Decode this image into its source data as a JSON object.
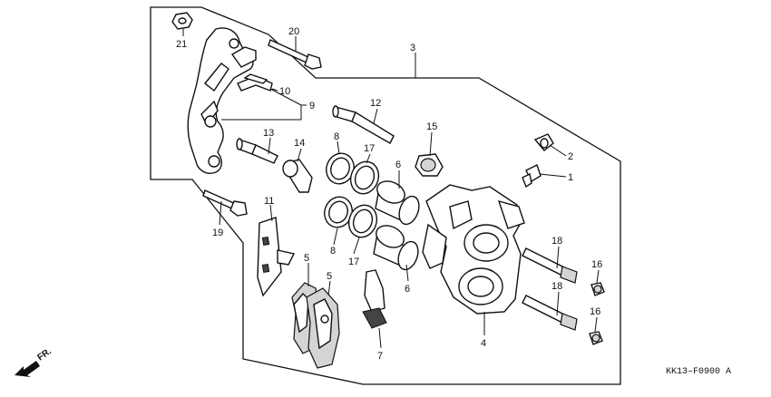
{
  "diagram": {
    "code": "KK13–F0900 A",
    "direction": "FR.",
    "callouts": [
      {
        "id": "c1",
        "text": "1"
      },
      {
        "id": "c2",
        "text": "2"
      },
      {
        "id": "c3",
        "text": "3"
      },
      {
        "id": "c4",
        "text": "4"
      },
      {
        "id": "c5a",
        "text": "5"
      },
      {
        "id": "c5b",
        "text": "5"
      },
      {
        "id": "c6a",
        "text": "6"
      },
      {
        "id": "c6b",
        "text": "6"
      },
      {
        "id": "c7",
        "text": "7"
      },
      {
        "id": "c8a",
        "text": "8"
      },
      {
        "id": "c8b",
        "text": "8"
      },
      {
        "id": "c9",
        "text": "9"
      },
      {
        "id": "c10",
        "text": "10"
      },
      {
        "id": "c11",
        "text": "11"
      },
      {
        "id": "c12",
        "text": "12"
      },
      {
        "id": "c13",
        "text": "13"
      },
      {
        "id": "c14",
        "text": "14"
      },
      {
        "id": "c15",
        "text": "15"
      },
      {
        "id": "c16a",
        "text": "16"
      },
      {
        "id": "c16b",
        "text": "16"
      },
      {
        "id": "c17a",
        "text": "17"
      },
      {
        "id": "c17b",
        "text": "17"
      },
      {
        "id": "c18a",
        "text": "18"
      },
      {
        "id": "c18b",
        "text": "18"
      },
      {
        "id": "c19",
        "text": "19"
      },
      {
        "id": "c20",
        "text": "20"
      },
      {
        "id": "c21",
        "text": "21"
      }
    ]
  }
}
